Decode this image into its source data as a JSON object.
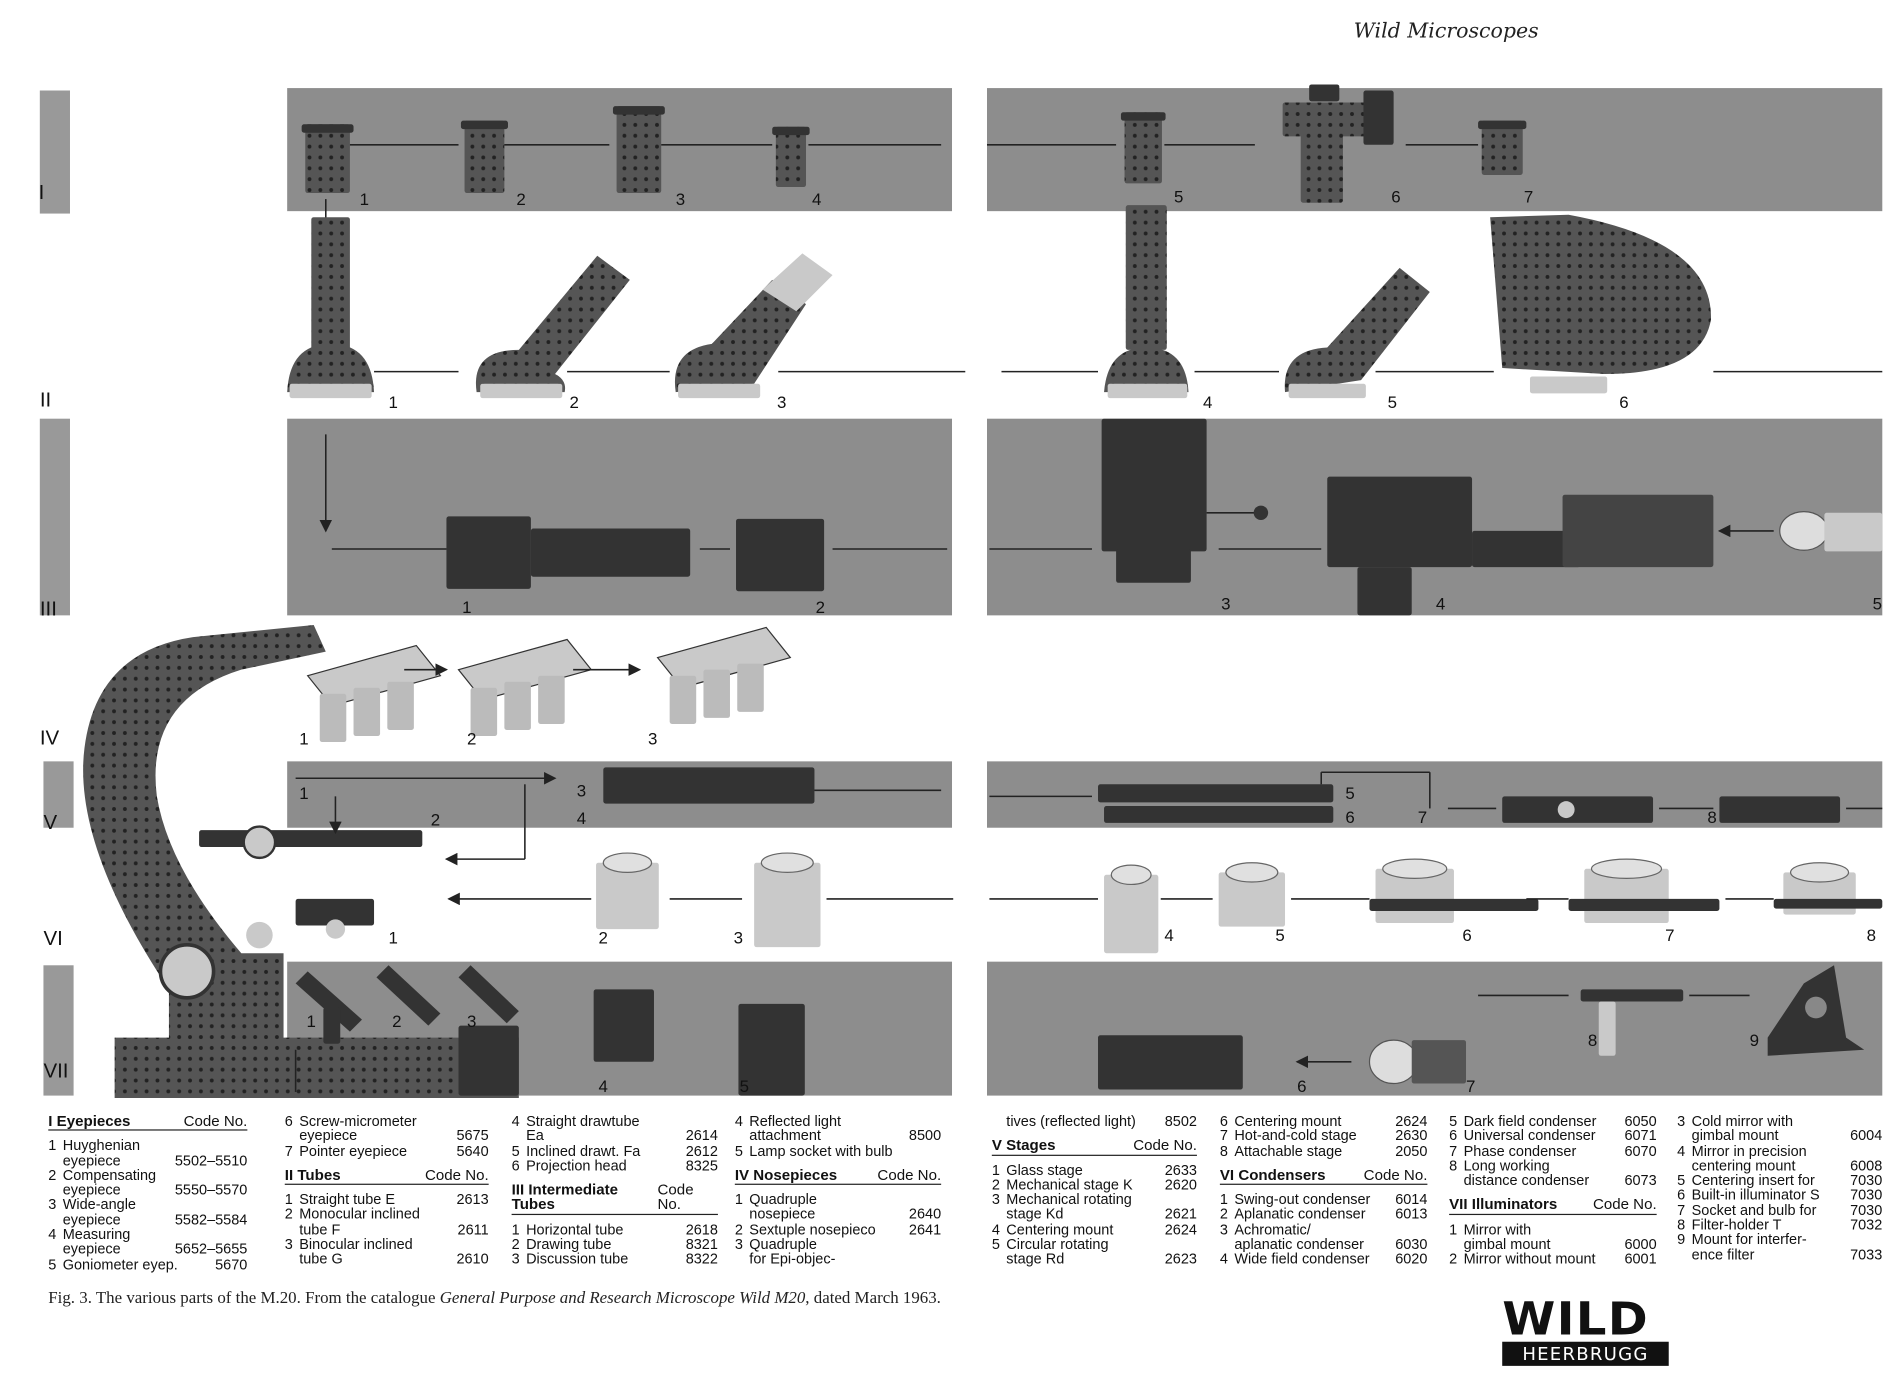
{
  "header": {
    "title": "Wild Microscopes"
  },
  "rows": [
    {
      "numeral": "I",
      "parts": [
        "1",
        "2",
        "3",
        "4",
        "5",
        "6",
        "7"
      ]
    },
    {
      "numeral": "II",
      "parts": [
        "1",
        "2",
        "3",
        "4",
        "5",
        "6"
      ]
    },
    {
      "numeral": "III",
      "parts": [
        "1",
        "2",
        "3",
        "4",
        "5"
      ]
    },
    {
      "numeral": "IV",
      "parts": [
        "1",
        "2",
        "3"
      ]
    },
    {
      "numeral": "V",
      "parts": [
        "1",
        "2",
        "3",
        "4",
        "5",
        "6",
        "7",
        "8"
      ]
    },
    {
      "numeral": "VI",
      "parts": [
        "1",
        "2",
        "3",
        "4",
        "5",
        "6",
        "7",
        "8"
      ]
    },
    {
      "numeral": "VII",
      "parts": [
        "1",
        "2",
        "3",
        "4",
        "5",
        "6",
        "7",
        "8",
        "9"
      ]
    }
  ],
  "legend": [
    [
      {
        "head": "I Eyepieces",
        "code": "Code No."
      },
      {
        "n": "1",
        "lines": [
          "Huyghenian",
          "eyepiece"
        ],
        "code": "5502–5510"
      },
      {
        "n": "2",
        "lines": [
          "Compensating",
          "eyepiece"
        ],
        "code": "5550–5570"
      },
      {
        "n": "3",
        "lines": [
          "Wide-angle",
          "eyepiece"
        ],
        "code": "5582–5584"
      },
      {
        "n": "4",
        "lines": [
          "Measuring",
          "eyepiece"
        ],
        "code": "5652–5655"
      },
      {
        "n": "5",
        "lines": [
          "Goniometer eyep."
        ],
        "code": "5670"
      }
    ],
    [
      {
        "n": "6",
        "lines": [
          "Screw-micrometer",
          "eyepiece"
        ],
        "code": "5675"
      },
      {
        "n": "7",
        "lines": [
          "Pointer eyepiece"
        ],
        "code": "5640"
      },
      {
        "head": "II Tubes",
        "code": "Code No."
      },
      {
        "n": "1",
        "lines": [
          "Straight tube E"
        ],
        "code": "2613"
      },
      {
        "n": "2",
        "lines": [
          "Monocular inclined",
          "tube F"
        ],
        "code": "2611"
      },
      {
        "n": "3",
        "lines": [
          "Binocular inclined",
          "tube G"
        ],
        "code": "2610"
      }
    ],
    [
      {
        "n": "4",
        "lines": [
          "Straight drawtube",
          "Ea"
        ],
        "code": "2614"
      },
      {
        "n": "5",
        "lines": [
          "Inclined drawt. Fa"
        ],
        "code": "2612"
      },
      {
        "n": "6",
        "lines": [
          "Projection head"
        ],
        "code": "8325"
      },
      {
        "head": "III Intermediate Tubes",
        "code": "Code No."
      },
      {
        "n": "1",
        "lines": [
          "Horizontal tube"
        ],
        "code": "2618"
      },
      {
        "n": "2",
        "lines": [
          "Drawing tube"
        ],
        "code": "8321"
      },
      {
        "n": "3",
        "lines": [
          "Discussion tube"
        ],
        "code": "8322"
      }
    ],
    [
      {
        "n": "4",
        "lines": [
          "Reflected light",
          "attachment"
        ],
        "code": "8500"
      },
      {
        "n": "5",
        "lines": [
          "Lamp socket with bulb"
        ],
        "code": ""
      },
      {
        "head": "IV Nosepieces",
        "code": "Code No."
      },
      {
        "n": "1",
        "lines": [
          "Quadruple",
          "nosepiece"
        ],
        "code": "2640"
      },
      {
        "n": "2",
        "lines": [
          "Sextuple nosepieco"
        ],
        "code": "2641"
      },
      {
        "n": "3",
        "lines": [
          "Quadruple",
          "for Epi-objec-"
        ],
        "code": ""
      }
    ],
    [
      {
        "n": "",
        "lines": [
          "tives (reflected light)"
        ],
        "code": "8502"
      },
      {
        "head": "V Stages",
        "code": "Code No."
      },
      {
        "n": "1",
        "lines": [
          "Glass stage"
        ],
        "code": "2633"
      },
      {
        "n": "2",
        "lines": [
          "Mechanical stage K"
        ],
        "code": "2620"
      },
      {
        "n": "3",
        "lines": [
          "Mechanical rotating",
          "stage Kd"
        ],
        "code": "2621"
      },
      {
        "n": "4",
        "lines": [
          "Centering mount"
        ],
        "code": "2624"
      },
      {
        "n": "5",
        "lines": [
          "Circular rotating",
          "stage Rd"
        ],
        "code": "2623"
      }
    ],
    [
      {
        "n": "6",
        "lines": [
          "Centering mount"
        ],
        "code": "2624"
      },
      {
        "n": "7",
        "lines": [
          "Hot-and-cold stage"
        ],
        "code": "2630"
      },
      {
        "n": "8",
        "lines": [
          "Attachable stage"
        ],
        "code": "2050"
      },
      {
        "head": "VI Condensers",
        "code": "Code No."
      },
      {
        "n": "1",
        "lines": [
          "Swing-out condenser"
        ],
        "code": "6014"
      },
      {
        "n": "2",
        "lines": [
          "Aplanatic condenser"
        ],
        "code": "6013"
      },
      {
        "n": "3",
        "lines": [
          "Achromatic/",
          "aplanatic condenser"
        ],
        "code": "6030"
      },
      {
        "n": "4",
        "lines": [
          "Wide field condenser"
        ],
        "code": "6020"
      }
    ],
    [
      {
        "n": "5",
        "lines": [
          "Dark field condenser"
        ],
        "code": "6050"
      },
      {
        "n": "6",
        "lines": [
          "Universal condenser"
        ],
        "code": "6071"
      },
      {
        "n": "7",
        "lines": [
          "Phase condenser"
        ],
        "code": "6070"
      },
      {
        "n": "8",
        "lines": [
          "Long working",
          "distance condenser"
        ],
        "code": "6073"
      },
      {
        "head": "VII Illuminators",
        "code": "Code No."
      },
      {
        "n": "1",
        "lines": [
          "Mirror with",
          "gimbal mount"
        ],
        "code": "6000"
      },
      {
        "n": "2",
        "lines": [
          "Mirror without mount"
        ],
        "code": "6001"
      }
    ],
    [
      {
        "n": "3",
        "lines": [
          "Cold mirror with",
          "gimbal mount"
        ],
        "code": "6004"
      },
      {
        "n": "4",
        "lines": [
          "Mirror in precision",
          "centering mount"
        ],
        "code": "6008"
      },
      {
        "n": "5",
        "lines": [
          "Centering insert  for"
        ],
        "code": "7030"
      },
      {
        "n": "6",
        "lines": [
          "Built-in illuminator S"
        ],
        "code": "7030"
      },
      {
        "n": "7",
        "lines": [
          "Socket and bulb  for"
        ],
        "code": "7030"
      },
      {
        "n": "8",
        "lines": [
          "Filter-holder T"
        ],
        "code": "7032"
      },
      {
        "n": "9",
        "lines": [
          "Mount for interfer-",
          "ence filter"
        ],
        "code": "7033"
      }
    ]
  ],
  "caption": {
    "prefix": "Fig. 3. The various parts of the M.20. From the catalogue ",
    "title": "General Purpose and Research Microscope Wild M20",
    "suffix": ", dated March 1963."
  },
  "logo": {
    "main": "WILD",
    "sub": "HEERBRUGG"
  },
  "colors": {
    "band": "#8d8d8d",
    "dark": "#333333",
    "metal": "#c9c9c9"
  }
}
